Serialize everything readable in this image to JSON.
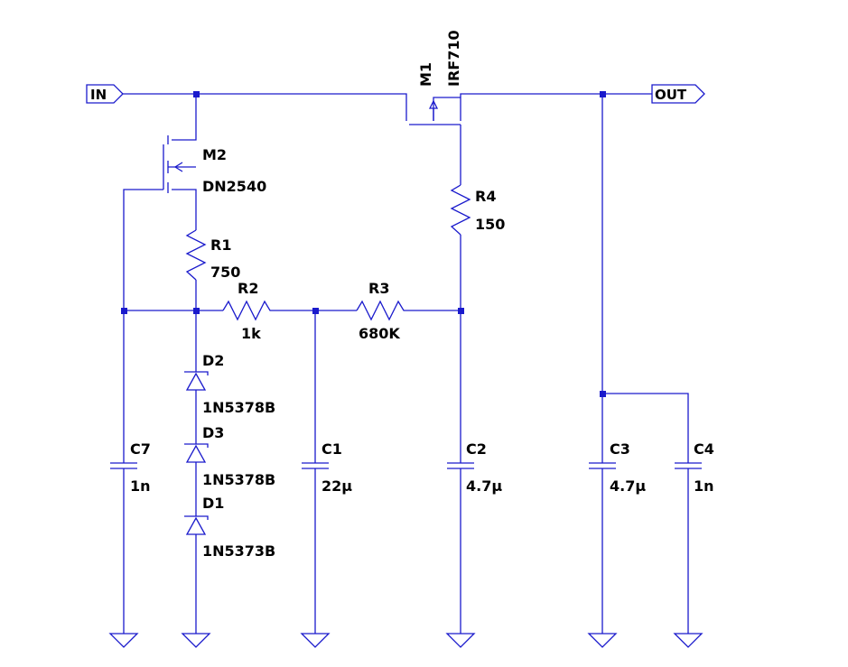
{
  "ports": {
    "in": "IN",
    "out": "OUT"
  },
  "components": {
    "m1": {
      "ref": "M1",
      "value": "IRF710"
    },
    "m2": {
      "ref": "M2",
      "value": "DN2540"
    },
    "r1": {
      "ref": "R1",
      "value": "750"
    },
    "r2": {
      "ref": "R2",
      "value": "1k"
    },
    "r3": {
      "ref": "R3",
      "value": "680K"
    },
    "r4": {
      "ref": "R4",
      "value": "150"
    },
    "d1": {
      "ref": "D1",
      "value": "1N5373B"
    },
    "d2": {
      "ref": "D2",
      "value": "1N5378B"
    },
    "d3": {
      "ref": "D3",
      "value": "1N5378B"
    },
    "c1": {
      "ref": "C1",
      "value": "22µ"
    },
    "c2": {
      "ref": "C2",
      "value": "4.7µ"
    },
    "c3": {
      "ref": "C3",
      "value": "4.7µ"
    },
    "c4": {
      "ref": "C4",
      "value": "1n"
    },
    "c7": {
      "ref": "C7",
      "value": "1n"
    }
  },
  "colors": {
    "wire": "#1a1acc",
    "text": "#000000",
    "background": "#ffffff"
  }
}
